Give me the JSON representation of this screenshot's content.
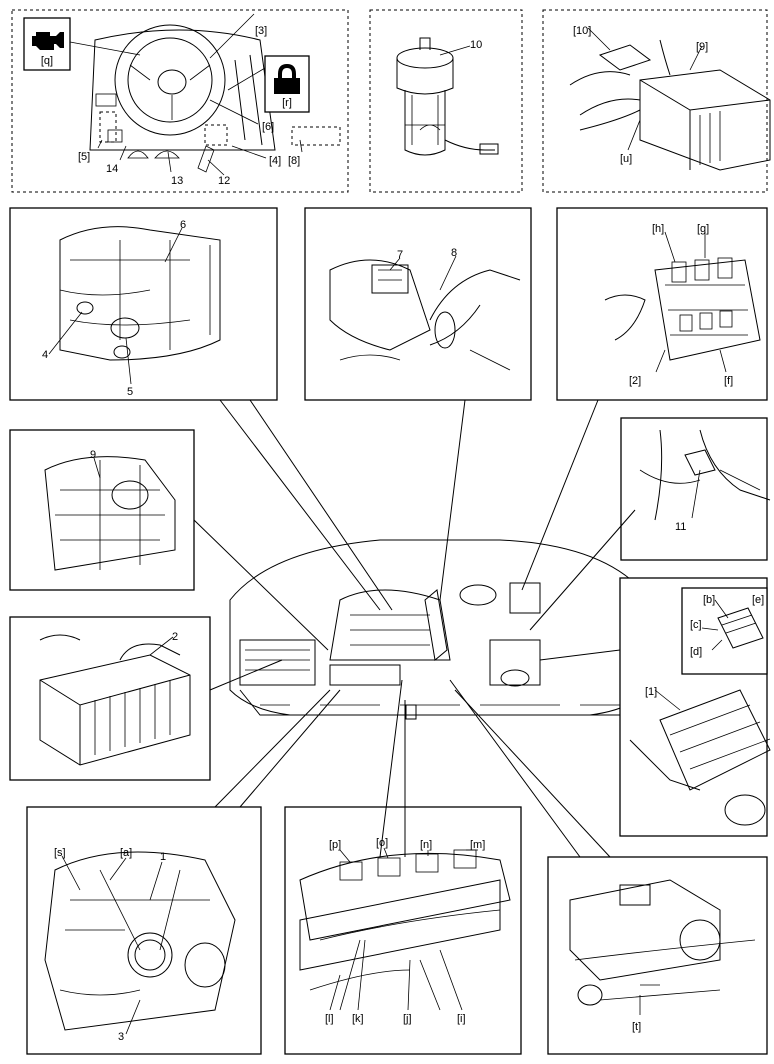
{
  "callouts": {
    "engine_warning_lamp": "[q]",
    "immobilizer_indicator": "[r]",
    "c3": "[3]",
    "c6": "[6]",
    "c5": "[5]",
    "c4": "[4]",
    "c8": "[8]",
    "n14": "14",
    "n13": "13",
    "n12": "12",
    "n10": "10",
    "c10": "[10]",
    "c9": "[9]",
    "u": "[u]",
    "n6": "6",
    "n4": "4",
    "n5": "5",
    "n7": "7",
    "n8": "8",
    "h": "[h]",
    "g": "[g]",
    "c2": "[2]",
    "f": "[f]",
    "n9": "9",
    "n11": "11",
    "n2": "2",
    "b": "[b]",
    "c": "[c]",
    "e": "[e]",
    "d": "[d]",
    "c1": "[1]",
    "s": "[s]",
    "a": "[a]",
    "n1": "1",
    "n3": "3",
    "p": "[p]",
    "o": "[o]",
    "n": "[n]",
    "m": "[m]",
    "l": "[l]",
    "k": "[k]",
    "j": "[j]",
    "i": "[i]",
    "t": "[t]"
  }
}
